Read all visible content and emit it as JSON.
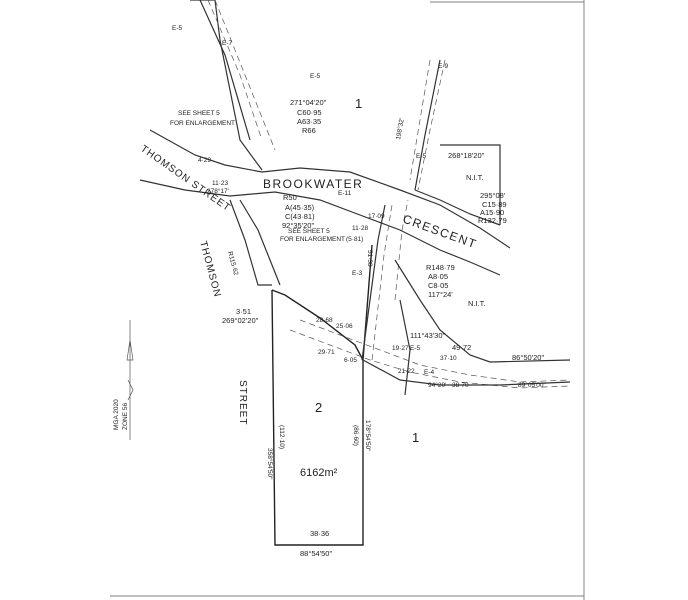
{
  "labels": {
    "e5_top_left": "E-5",
    "e7_top": "E-7",
    "e5_mid": "E-5",
    "lot_1_north": "1",
    "bearing_north": "271°04'20\"",
    "c_north": "C60·95",
    "a_north": "A63·35",
    "r_north": "R66",
    "see_sheet_top_1": "SEE SHEET 5",
    "see_sheet_top_2": "FOR ENLARGEMENT",
    "thomson_street_left": "THOMSON STREET",
    "brookwater": "BROOKWATER",
    "crescent": "CRESCENT",
    "r50": "R50",
    "a_mid": "A(45·35)",
    "c_mid": "C(43·81)",
    "bearing_mid": "92°35'20\"",
    "see_sheet_mid_1": "SEE SHEET 5",
    "see_sheet_mid_2": "FOR ENLARGEMENT",
    "thomson_vertical": "THOMSON",
    "street_vertical": "STREET",
    "dist_429": "4·29",
    "dist_1123": "11·23",
    "bearing_278": "278°17'",
    "e5_right": "E-5",
    "bearing_268": "268°18'20\"",
    "nit_top": "N.I.T.",
    "bearing_295": "295°08'",
    "c1589": "C15·89",
    "a1590": "A15·90",
    "r13279": "R132·79",
    "r14879": "R148·79",
    "a805": "A8·05",
    "c805": "C8·05",
    "bearing_117": "117°24'",
    "nit_bottom": "N.I.T.",
    "bearing_111": "111°43'30\"",
    "dist_4972": "49·72",
    "bearing_86": "86°50'20\"",
    "e5_lower": "E-5",
    "dist_3710": "37·10",
    "e4": "E-4",
    "bearing_94": "94°20'",
    "dist_3870": "38·70",
    "bearing_89": "89°05'00\"",
    "dist_351": "3·51",
    "bearing_269": "269°02'20\"",
    "r11562": "R115·62",
    "dist_2868": "28·68",
    "dist_2506": "25·06",
    "dist_2971": "29·71",
    "dist_605": "6·05",
    "dist_1927": "19·27",
    "dist_2122": "21·22",
    "lot_2": "2",
    "lot_1_south": "1",
    "area_lot2": "6162m²",
    "dist_11210": "(112·10)",
    "bearing_358": "358°54'50\"",
    "dist_8660": "(86·60)",
    "bearing_178": "178°54'50\"",
    "dist_3836": "38·36",
    "bearing_88": "88°54'50\"",
    "mga": "MGA 2020",
    "zone": "ZONE 56",
    "dist_5138": "51·38",
    "dist_1709": "17·09",
    "dist_1128": "11·28",
    "dist_581": "(5·81)",
    "e11": "E-11",
    "e3": "E-3",
    "e9_top": "E-9",
    "bearing_198": "198°32'"
  }
}
